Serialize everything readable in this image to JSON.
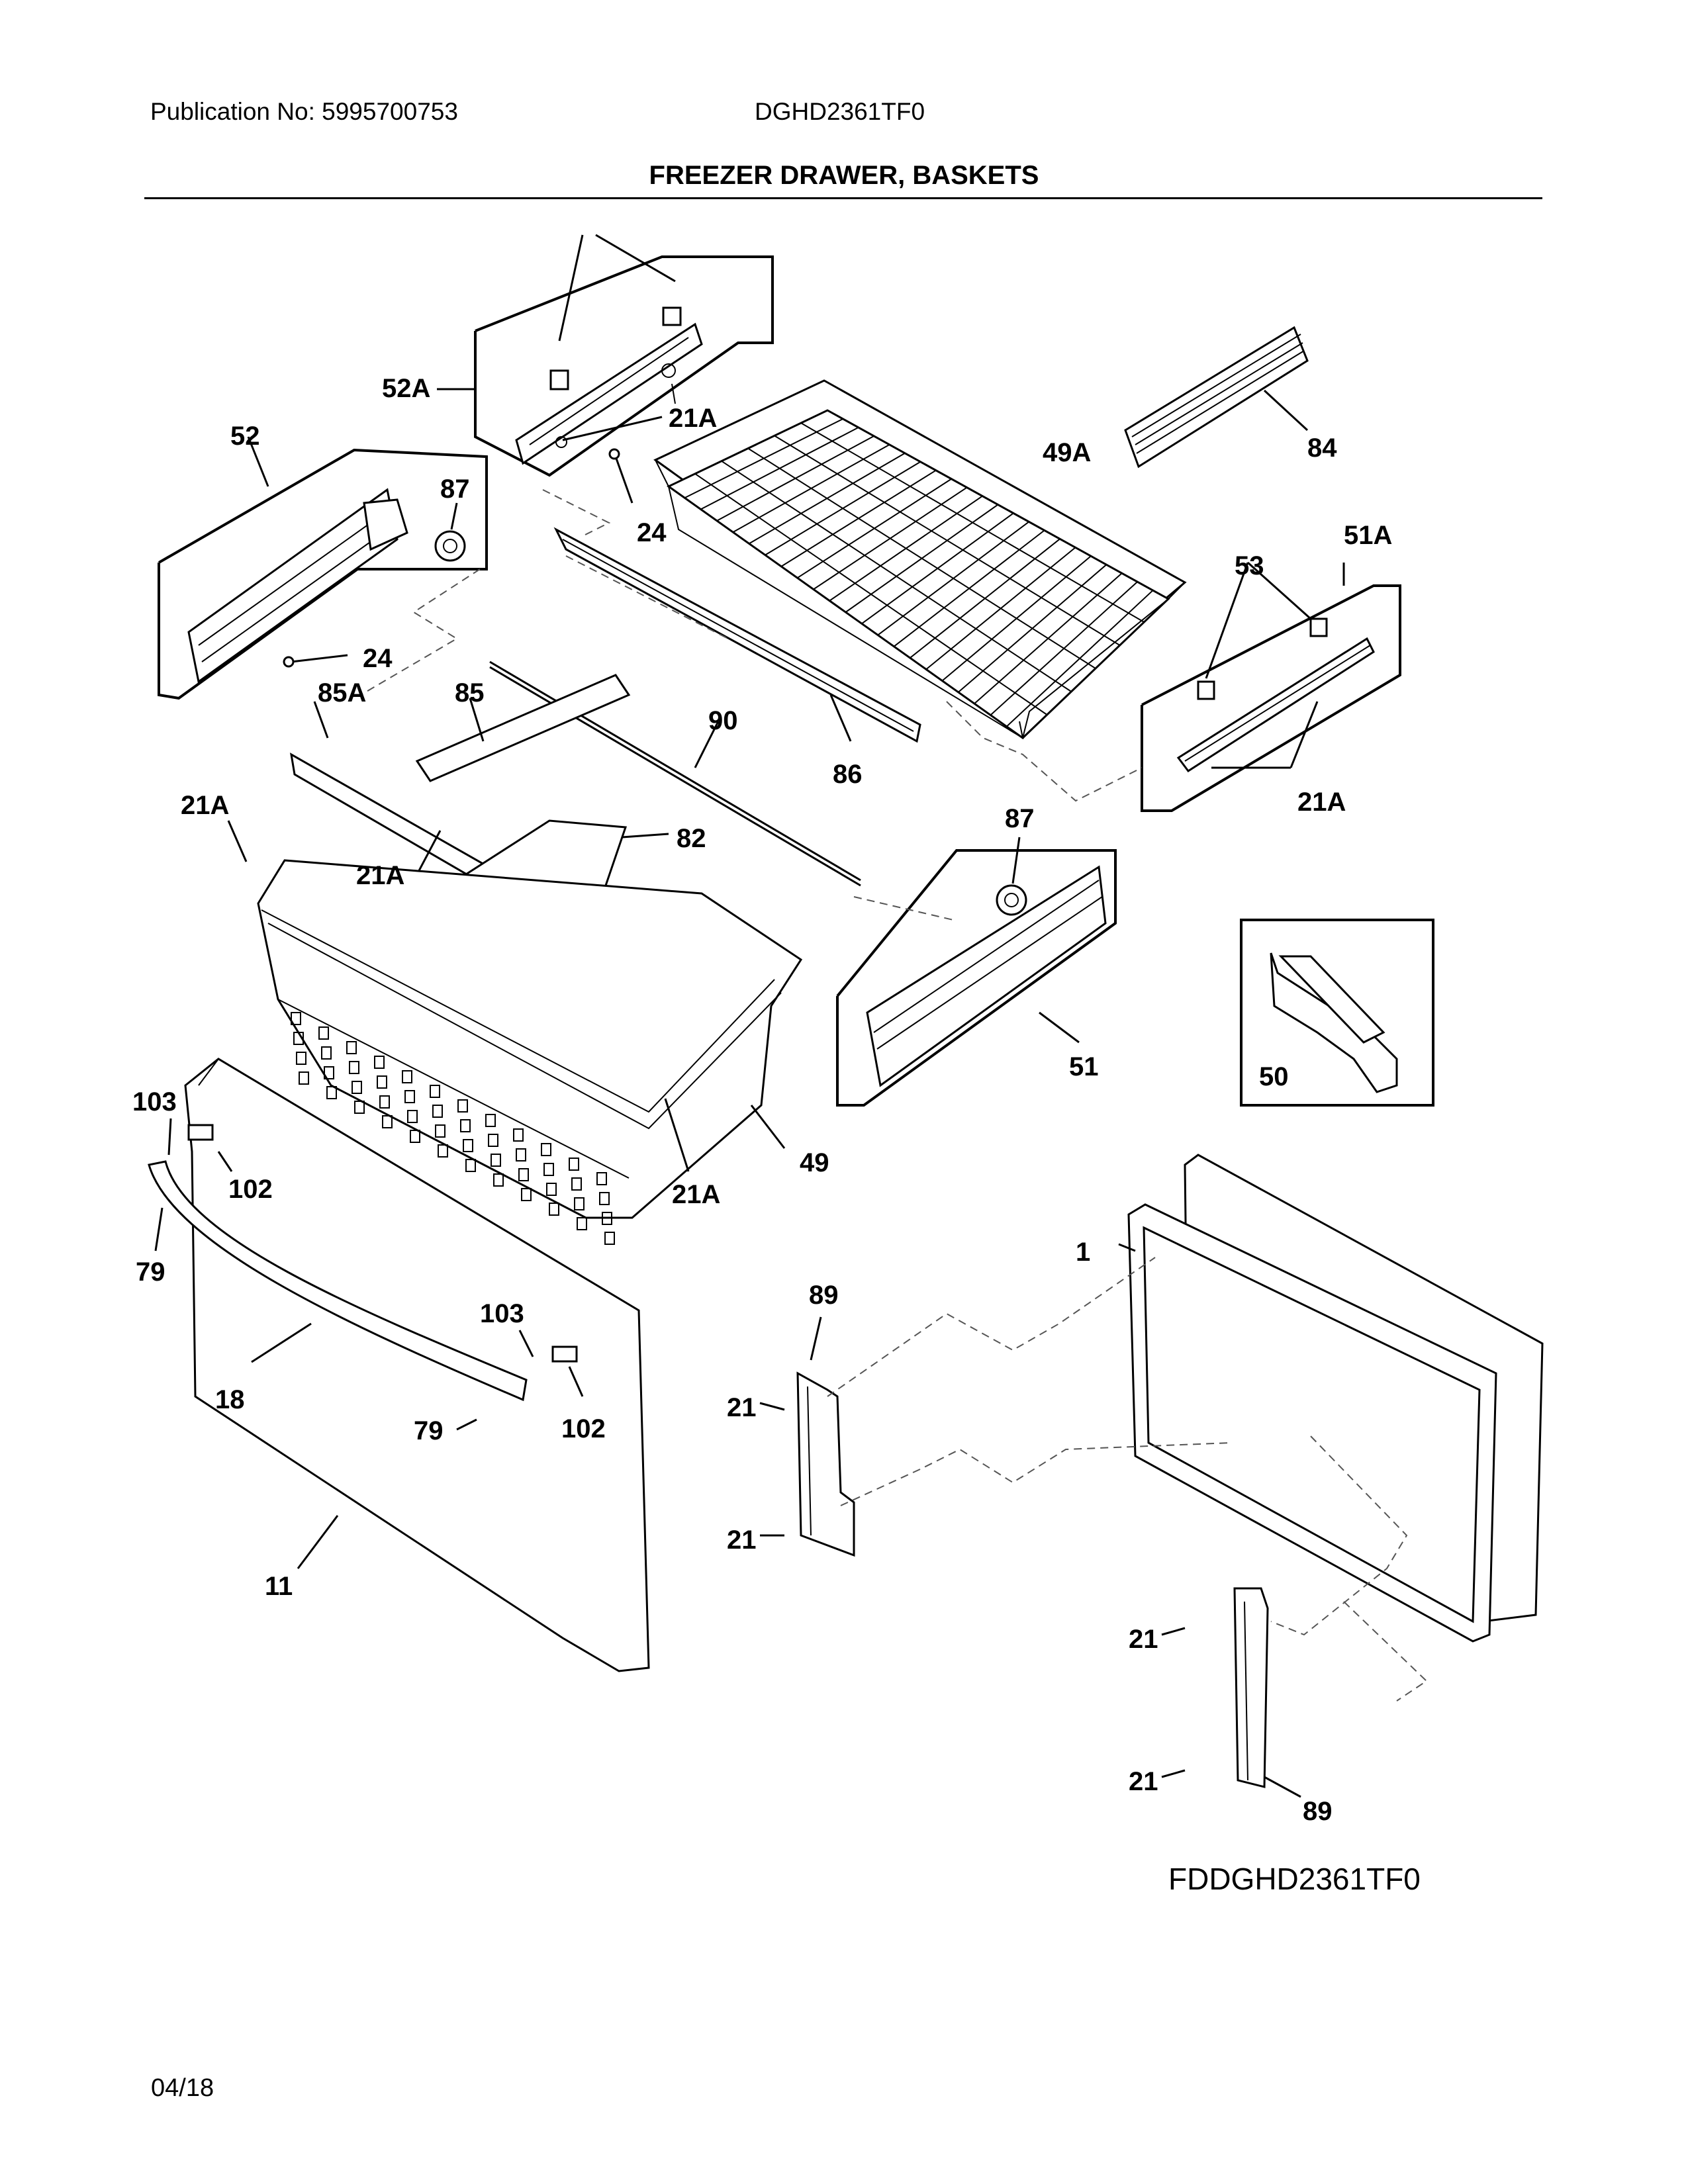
{
  "header": {
    "publication": "Publication No: 5995700753",
    "model": "DGHD2361TF0",
    "title": "FREEZER DRAWER, BASKETS"
  },
  "footer": {
    "figure_code": "FDDGHD2361TF0",
    "date": "04/18"
  },
  "callouts": {
    "c52A": "52A",
    "c21A_top": "21A",
    "c52": "52",
    "c87_left": "87",
    "c24_upper": "24",
    "c24_lower": "24",
    "c49A": "49A",
    "c84": "84",
    "c51A": "51A",
    "c53": "53",
    "c85A": "85A",
    "c85": "85",
    "c90": "90",
    "c86": "86",
    "c21A_left": "21A",
    "c21A_mid": "21A",
    "c82": "82",
    "c21A_right": "21A",
    "c87_right": "87",
    "c51": "51",
    "c50": "50",
    "c49": "49",
    "c21A_bottom": "21A",
    "c103_left": "103",
    "c102_left": "102",
    "c79_left": "79",
    "c1": "1",
    "c89_top": "89",
    "c103_right": "103",
    "c18": "18",
    "c79_right": "79",
    "c102_right": "102",
    "c21_a": "21",
    "c21_b": "21",
    "c11": "11",
    "c21_c": "21",
    "c21_d": "21",
    "c89_bottom": "89"
  }
}
